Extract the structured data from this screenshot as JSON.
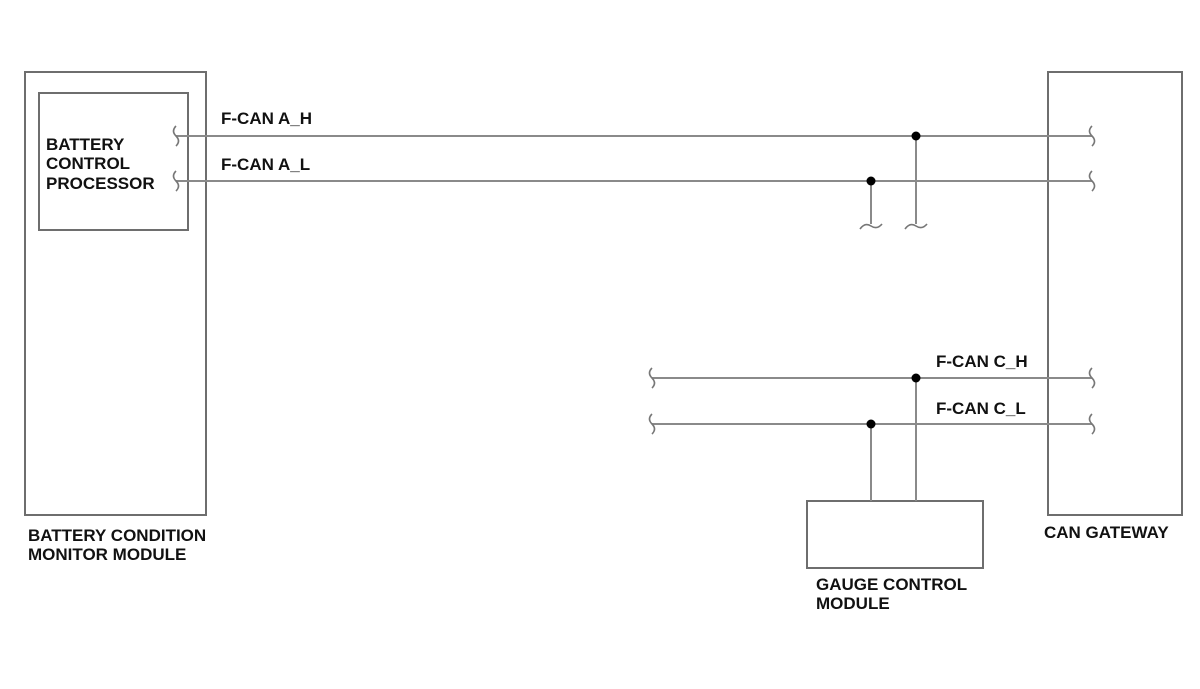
{
  "modules": {
    "bcm": {
      "line1": "BATTERY CONDITION",
      "line2": "MONITOR MODULE"
    },
    "bcp": {
      "line1": "BATTERY",
      "line2": "CONTROL",
      "line3": "PROCESSOR"
    },
    "gateway": {
      "label": "CAN GATEWAY"
    },
    "gauge": {
      "line1": "GAUGE CONTROL",
      "line2": "MODULE"
    }
  },
  "signals": {
    "can_a_high": "F-CAN A_H",
    "can_a_low": "F-CAN A_L",
    "can_c_high": "F-CAN C_H",
    "can_c_low": "F-CAN C_L"
  }
}
